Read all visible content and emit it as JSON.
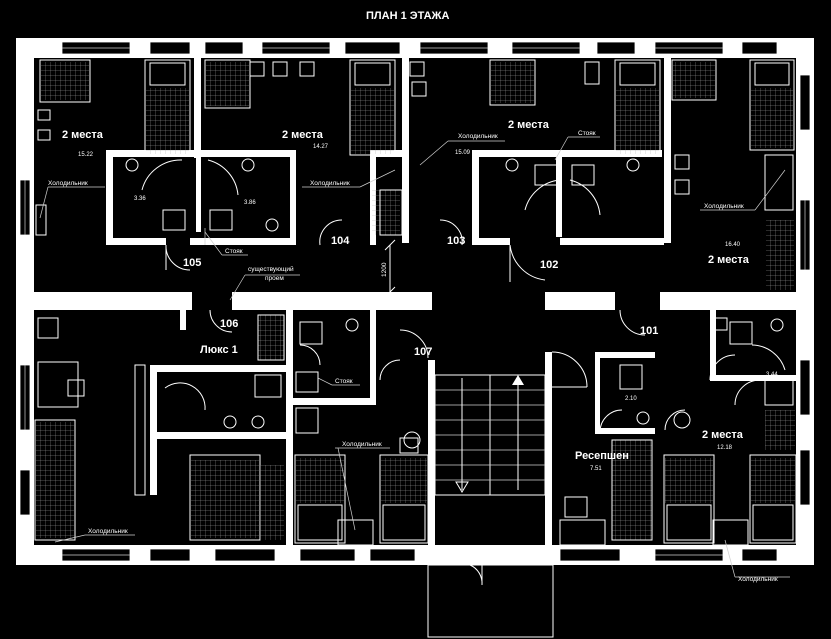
{
  "title": "ПЛАН 1 ЭТАЖА",
  "rooms": {
    "r1": {
      "label": "2 места",
      "area": "15.22"
    },
    "r2": {
      "label": "2 места",
      "area": "14.27"
    },
    "r3": {
      "label": "2 места",
      "area": "15.09"
    },
    "r4": {
      "label": "2 места",
      "area": "16.40"
    },
    "r5": {
      "label": "Люкс 1"
    },
    "r6": {
      "label": "Ресепшен",
      "area": "7.51"
    },
    "r7": {
      "label": "2 места",
      "area": "12.18"
    }
  },
  "baths": {
    "b1": "3.36",
    "b2": "3.86",
    "b3": "3.44",
    "b4": "2.10"
  },
  "doors": {
    "d101": "101",
    "d102": "102",
    "d103": "103",
    "d104": "104",
    "d105": "105",
    "d106": "106",
    "d107": "107"
  },
  "notes": {
    "fridge": "Холодильник",
    "riser": "Стояк",
    "opening_1": "существующий",
    "opening_2": "проем",
    "dim_1200": "1200"
  }
}
